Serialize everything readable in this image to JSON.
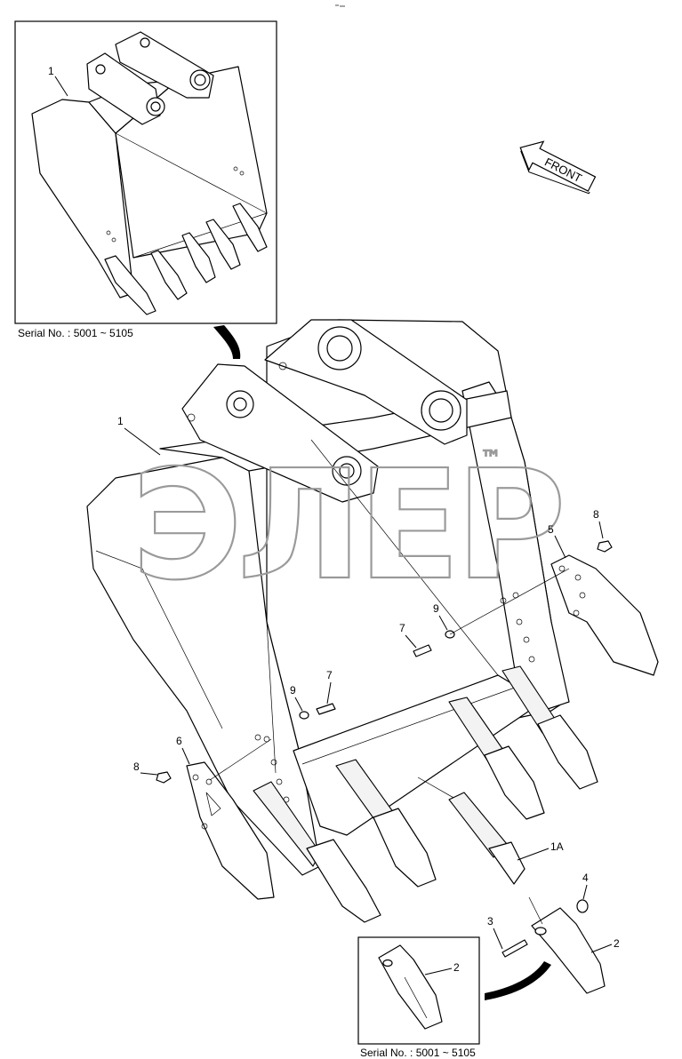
{
  "insets": {
    "top_caption": "Serial No. : 5001 ~ 5105",
    "bottom_caption": "Serial No. : 5001 ~ 5105"
  },
  "front_arrow": {
    "label": "FRONT"
  },
  "watermark": {
    "text": "ЭЛЕР",
    "tm": "™"
  },
  "callouts": {
    "inset_bucket": "1",
    "bucket": "1",
    "tooth_assembly": "1A",
    "tooth": "2",
    "inset_tooth": "2",
    "pin": "3",
    "washer_tooth": "4",
    "side_cutter_right": "5",
    "side_cutter_left": "6",
    "bolt_right": "7",
    "bolt_left": "7",
    "nut_right": "8",
    "nut_left": "8",
    "washer_right": "9",
    "washer_left": "9"
  }
}
